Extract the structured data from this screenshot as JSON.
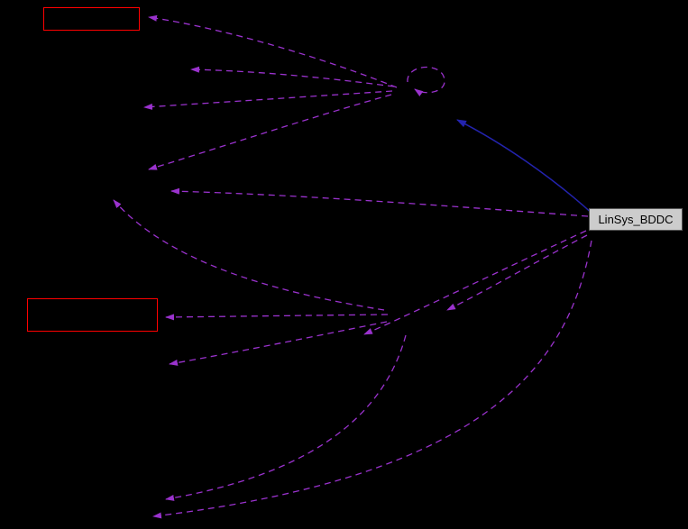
{
  "diagram": {
    "type": "collaboration-graph",
    "nodes": [
      {
        "id": "red-node-top",
        "label": "",
        "role": "truncated-node"
      },
      {
        "id": "red-node-left",
        "label": "",
        "role": "truncated-node"
      },
      {
        "id": "linsys-bddc",
        "label": "LinSys_BDDC",
        "role": "current-node"
      },
      {
        "id": "hidden-hub-top",
        "label": "",
        "role": "hidden-node"
      },
      {
        "id": "hidden-hub-mid",
        "label": "",
        "role": "hidden-node"
      }
    ],
    "colors": {
      "background": "#000000",
      "dashed_edge": "#9a32cd",
      "solid_edge": "#2323ae",
      "red_node_border": "#ff0000",
      "linsys_fill": "#cccccc",
      "linsys_text": "#000000"
    },
    "edges": [
      {
        "from": "hidden-hub-top",
        "to": "red-node-top",
        "style": "dashed"
      },
      {
        "from": "hidden-hub-top",
        "to": "hidden-upper-left",
        "style": "dashed"
      },
      {
        "from": "hidden-hub-top",
        "to": "hidden-left",
        "style": "dashed"
      },
      {
        "from": "hidden-hub-top",
        "to": "hidden-lower-left",
        "style": "dashed"
      },
      {
        "from": "hidden-hub-top",
        "to": "hidden-hub-top",
        "style": "dashed",
        "note": "self-loop"
      },
      {
        "from": "linsys-bddc",
        "to": "hidden-far-left",
        "style": "dashed"
      },
      {
        "from": "linsys-bddc",
        "to": "hidden-hub-top",
        "style": "solid"
      },
      {
        "from": "linsys-bddc",
        "to": "hidden-hub-mid",
        "style": "dashed"
      },
      {
        "from": "linsys-bddc",
        "to": "hidden-mid-left",
        "style": "dashed"
      },
      {
        "from": "hidden-hub-mid",
        "to": "red-node-left",
        "style": "dashed"
      },
      {
        "from": "hidden-hub-mid",
        "to": "hidden-up-left",
        "style": "dashed"
      },
      {
        "from": "hidden-hub-mid",
        "to": "hidden-low-left",
        "style": "dashed"
      },
      {
        "from": "hidden-hub-mid",
        "to": "hidden-bottom-1",
        "style": "dashed"
      },
      {
        "from": "linsys-bddc",
        "to": "hidden-bottom-2",
        "style": "dashed"
      }
    ]
  }
}
